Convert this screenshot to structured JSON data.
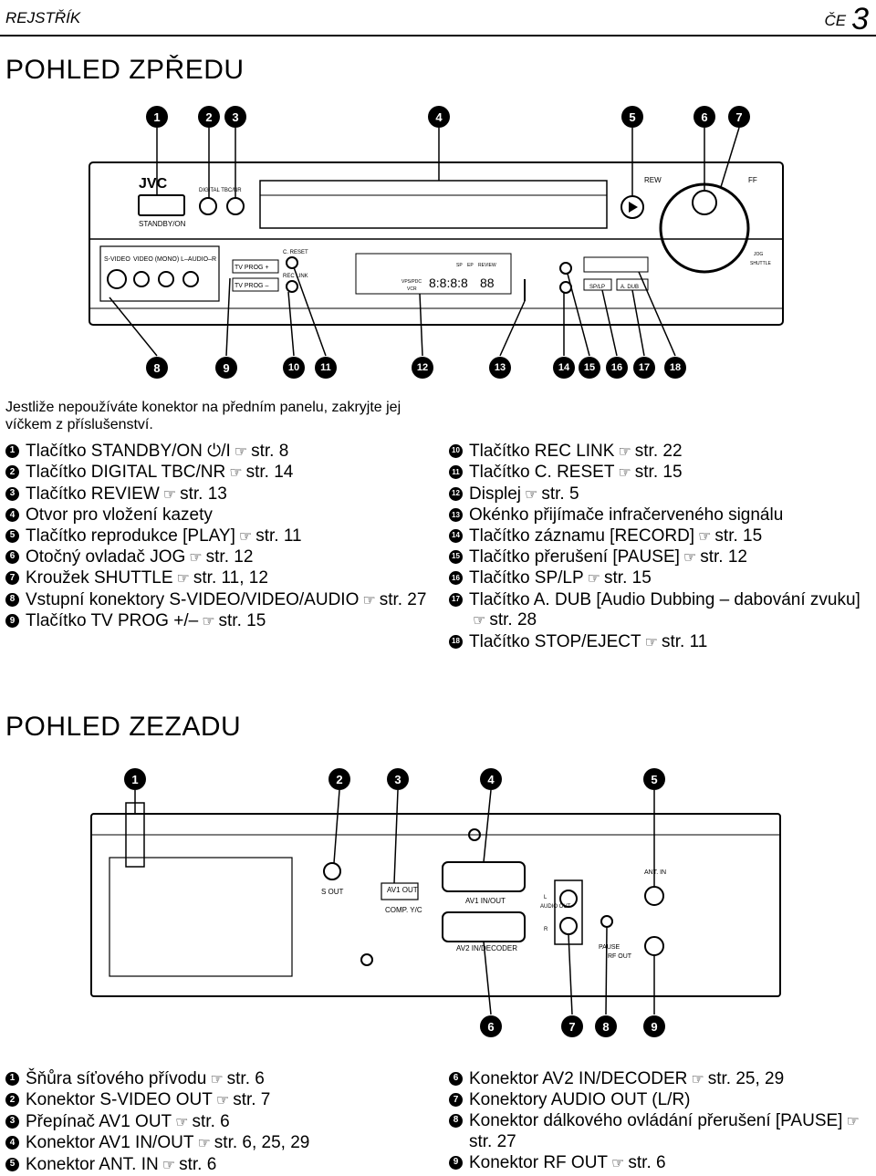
{
  "header": {
    "section": "REJSTŘÍK",
    "lang": "ČE",
    "page_no": "3"
  },
  "front": {
    "title": "POHLED ZPŘEDU",
    "callouts_top": [
      "1",
      "2",
      "3",
      "4",
      "5",
      "6",
      "7"
    ],
    "callouts_bottom": [
      "8",
      "9",
      "10",
      "11",
      "12",
      "13",
      "14",
      "15",
      "16",
      "17",
      "18"
    ],
    "device_labels": {
      "brand": "JVC",
      "standby": "STANDBY/ON",
      "digital_tbc": "DIGITAL TBC/NR",
      "rew": "REW",
      "ff": "FF",
      "svideo": "S-VIDEO",
      "video_audio": "VIDEO (MONO) L–AUDIO–R",
      "tvprog_plus": "TV PROG +",
      "tvprog_minus": "TV PROG –",
      "c_reset": "C. RESET",
      "rec_link": "REC LINK",
      "sp_lp": "SP/LP",
      "a_dub": "A. DUB",
      "jog": "JOG",
      "shuttle": "SHUTTLE",
      "disp_sp": "SP",
      "disp_ep": "EP",
      "disp_review": "REVIEW",
      "disp_vps": "VPS/PDC",
      "disp_vcr": "VCR",
      "disp_time": "8:8:8:8",
      "disp_ch": "88"
    },
    "intro": "Jestliže nepoužíváte konektor na předním panelu, zakryjte jej víčkem z příslušenství.",
    "items_left": [
      {
        "n": "1",
        "text": "Tlačítko STANDBY/ON ⏻/I",
        "ref": "str. 8"
      },
      {
        "n": "2",
        "text": "Tlačítko DIGITAL TBC/NR",
        "ref": "str. 14"
      },
      {
        "n": "3",
        "text": "Tlačítko REVIEW",
        "ref": "str. 13"
      },
      {
        "n": "4",
        "text": "Otvor pro vložení kazety",
        "ref": ""
      },
      {
        "n": "5",
        "text": "Tlačítko reprodukce [PLAY]",
        "ref": "str. 11"
      },
      {
        "n": "6",
        "text": "Otočný ovladač JOG",
        "ref": "str. 12"
      },
      {
        "n": "7",
        "text": "Kroužek SHUTTLE",
        "ref": "str. 11, 12"
      },
      {
        "n": "8",
        "text": "Vstupní konektory S-VIDEO/VIDEO/AUDIO",
        "ref": "str. 27"
      },
      {
        "n": "9",
        "text": "Tlačítko TV PROG +/–",
        "ref": "str. 15"
      }
    ],
    "items_right": [
      {
        "n": "10",
        "text": "Tlačítko REC LINK",
        "ref": "str. 22"
      },
      {
        "n": "11",
        "text": "Tlačítko C. RESET",
        "ref": "str. 15"
      },
      {
        "n": "12",
        "text": "Displej",
        "ref": "str. 5"
      },
      {
        "n": "13",
        "text": "Okénko přijímače infračerveného signálu",
        "ref": ""
      },
      {
        "n": "14",
        "text": "Tlačítko záznamu [RECORD]",
        "ref": "str. 15"
      },
      {
        "n": "15",
        "text": "Tlačítko přerušení [PAUSE]",
        "ref": "str. 12"
      },
      {
        "n": "16",
        "text": "Tlačítko SP/LP",
        "ref": "str. 15"
      },
      {
        "n": "17",
        "text": "Tlačítko A. DUB [Audio Dubbing – dabování zvuku]",
        "ref": "str. 28"
      },
      {
        "n": "18",
        "text": "Tlačítko STOP/EJECT",
        "ref": "str. 11"
      }
    ]
  },
  "rear": {
    "title": "POHLED ZEZADU",
    "callouts_top": [
      "1",
      "2",
      "3",
      "4",
      "5"
    ],
    "callouts_bottom": [
      "6",
      "7",
      "8",
      "9"
    ],
    "device_labels": {
      "s_out": "S OUT",
      "av1_out": "AV1 OUT",
      "comp_yc": "COMP. Y/C",
      "av1_inout": "AV1 IN/OUT",
      "av2": "AV2 IN/DECODER",
      "audio_out": "AUDIO OUT",
      "l": "L",
      "r": "R",
      "pause": "PAUSE",
      "ant_in": "ANT. IN",
      "rf_out": "RF OUT"
    },
    "items_left": [
      {
        "n": "1",
        "text": "Šňůra síťového přívodu",
        "ref": "str. 6"
      },
      {
        "n": "2",
        "text": "Konektor S-VIDEO OUT",
        "ref": "str. 7"
      },
      {
        "n": "3",
        "text": "Přepínač AV1 OUT",
        "ref": "str. 6"
      },
      {
        "n": "4",
        "text": "Konektor AV1 IN/OUT",
        "ref": "str. 6, 25, 29"
      },
      {
        "n": "5",
        "text": "Konektor ANT. IN",
        "ref": "str. 6"
      }
    ],
    "items_right": [
      {
        "n": "6",
        "text": "Konektor AV2 IN/DECODER",
        "ref": "str. 25, 29"
      },
      {
        "n": "7",
        "text": "Konektory AUDIO OUT (L/R)",
        "ref": ""
      },
      {
        "n": "8",
        "text": "Konektor dálkového ovládání přerušení [PAUSE]",
        "ref": "str. 27"
      },
      {
        "n": "9",
        "text": "Konektor RF OUT",
        "ref": "str. 6"
      }
    ]
  },
  "icons": {
    "ref": "pointing-hand-icon",
    "badge": "number-badge"
  }
}
